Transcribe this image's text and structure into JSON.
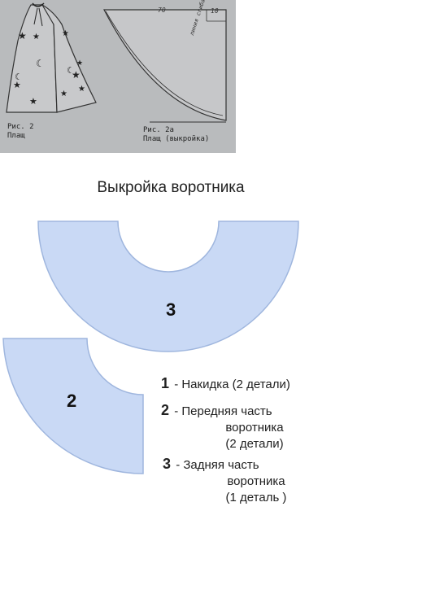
{
  "scan": {
    "fig_left_label": "Рис. 2",
    "fig_left_caption": "Плащ",
    "fig_right_label": "Рис. 2а",
    "fig_right_caption": "Плащ (выкройка)",
    "dim_top": "70",
    "dim_corner": "10",
    "fold_note": "линия сгиба ткани"
  },
  "title": "Выкройка воротника",
  "pieces": {
    "back": "3",
    "front": "2"
  },
  "legend": [
    {
      "num": "1",
      "text": "- Накидка (2 детали)",
      "cont": []
    },
    {
      "num": "2",
      "text": "- Передняя часть",
      "cont": [
        "воротника",
        "(2 детали)"
      ]
    },
    {
      "num": "3",
      "text": "- Задняя часть",
      "cont": [
        "воротника",
        "(1 деталь )"
      ]
    }
  ],
  "colors": {
    "piece_fill": "#c9d9f5",
    "piece_stroke": "#9fb6de",
    "scan_bg": "#b9bbbd"
  }
}
